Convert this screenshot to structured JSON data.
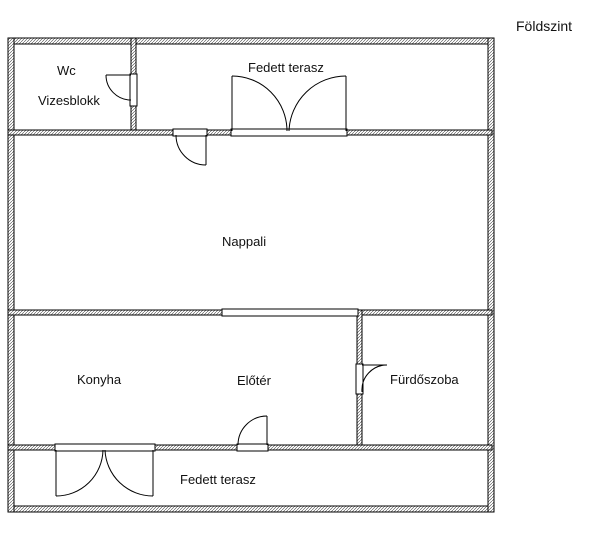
{
  "title": "Földszint",
  "rooms": {
    "wc": "Wc",
    "vizesblokk": "Vizesblokk",
    "terrace_top": "Fedett terasz",
    "nappali": "Nappali",
    "konyha": "Konyha",
    "eloter": "Előtér",
    "furdoszoba": "Fürdőszoba",
    "terrace_bottom": "Fedett terasz"
  }
}
